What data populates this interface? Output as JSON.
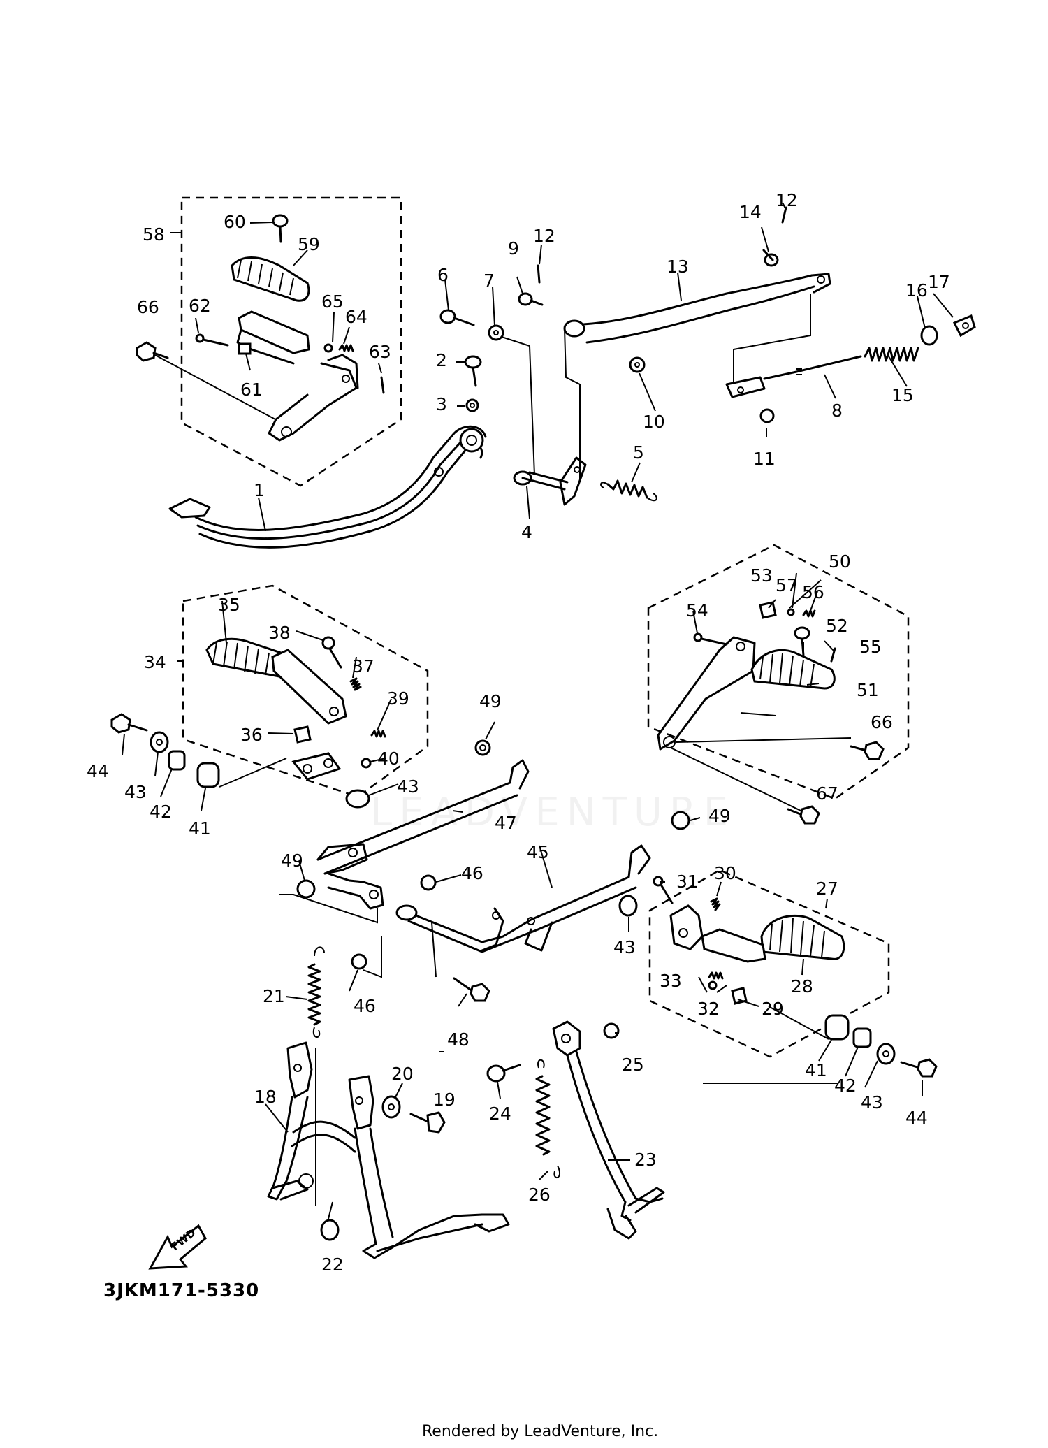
{
  "diagram": {
    "ref_code": "3JKM171-5330",
    "render_credit": "Rendered by LeadVenture, Inc.",
    "watermark": "LEADVENTURE",
    "fwd_label": "FWD",
    "callouts": [
      "1",
      "2",
      "3",
      "4",
      "5",
      "6",
      "7",
      "8",
      "9",
      "10",
      "11",
      "12",
      "12",
      "13",
      "14",
      "15",
      "16",
      "17",
      "18",
      "19",
      "20",
      "21",
      "22",
      "23",
      "24",
      "25",
      "26",
      "27",
      "28",
      "29",
      "30",
      "31",
      "32",
      "33",
      "34",
      "35",
      "36",
      "37",
      "38",
      "39",
      "40",
      "41",
      "41",
      "42",
      "42",
      "43",
      "43",
      "43",
      "43",
      "44",
      "44",
      "45",
      "46",
      "46",
      "47",
      "48",
      "49",
      "49",
      "49",
      "50",
      "51",
      "52",
      "53",
      "54",
      "55",
      "56",
      "57",
      "58",
      "59",
      "60",
      "61",
      "62",
      "63",
      "64",
      "65",
      "66",
      "66",
      "67"
    ]
  }
}
